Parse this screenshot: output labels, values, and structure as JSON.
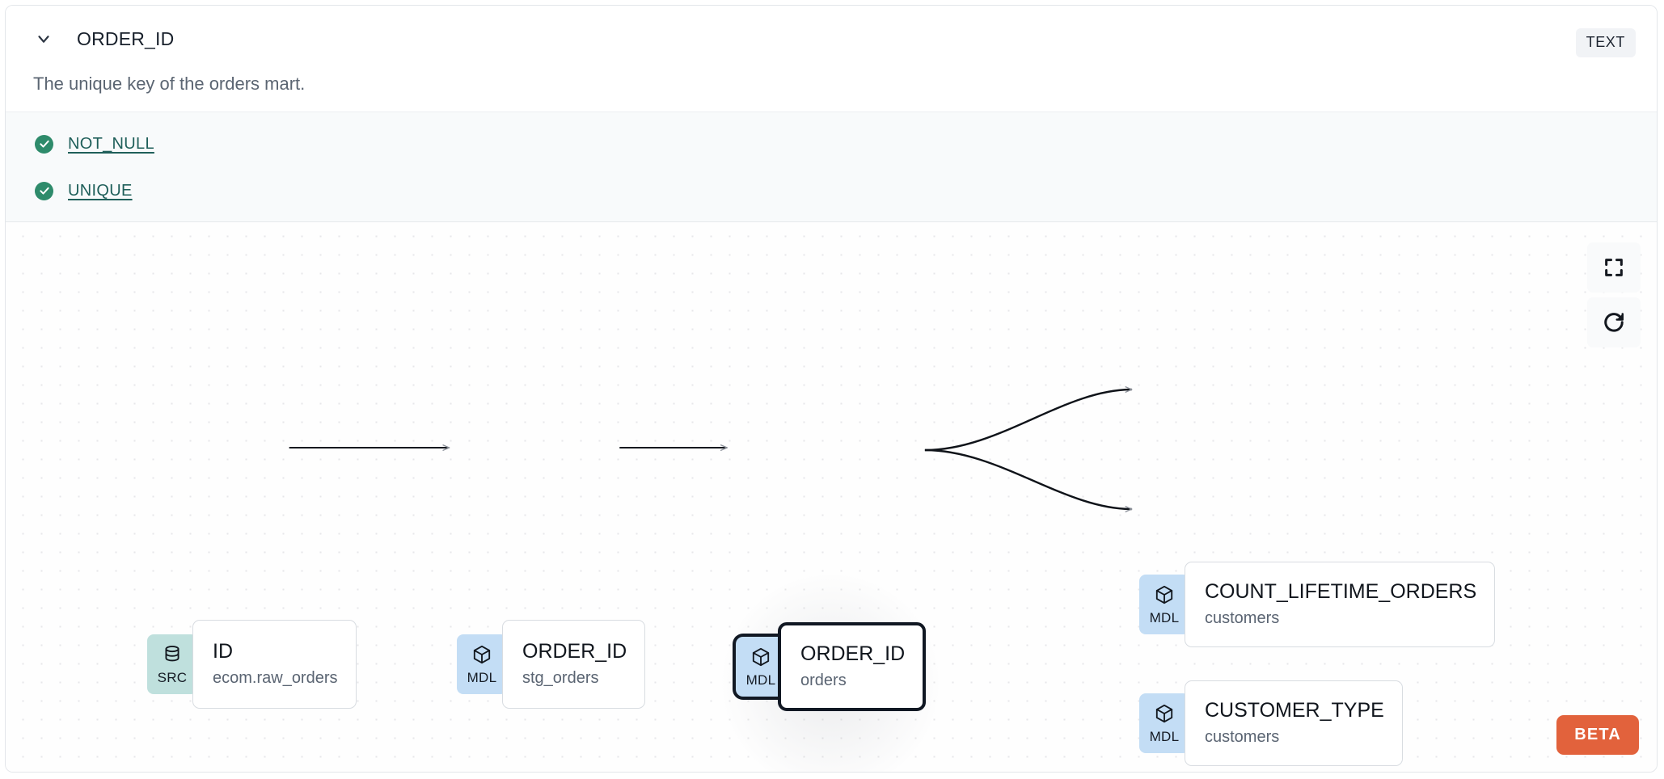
{
  "header": {
    "collapse_icon": "chevron-down-icon",
    "column_name": "ORDER_ID",
    "description": "The unique key of the orders mart.",
    "type_badge": "TEXT"
  },
  "tests": {
    "items": [
      {
        "status_icon": "check-circle-icon",
        "label": "NOT_NULL"
      },
      {
        "status_icon": "check-circle-icon",
        "label": "UNIQUE"
      }
    ]
  },
  "lineage": {
    "nodes": [
      {
        "id": "src-id",
        "kind": "SRC",
        "kind_icon": "database-icon",
        "name": "ID",
        "sub": "ecom.raw_orders",
        "selected": false
      },
      {
        "id": "stg-order-id",
        "kind": "MDL",
        "kind_icon": "cube-icon",
        "name": "ORDER_ID",
        "sub": "stg_orders",
        "selected": false
      },
      {
        "id": "orders-order-id",
        "kind": "MDL",
        "kind_icon": "cube-icon",
        "name": "ORDER_ID",
        "sub": "orders",
        "selected": true
      },
      {
        "id": "count-lifetime-orders",
        "kind": "MDL",
        "kind_icon": "cube-icon",
        "name": "COUNT_LIFETIME_ORDERS",
        "sub": "customers",
        "selected": false
      },
      {
        "id": "customer-type",
        "kind": "MDL",
        "kind_icon": "cube-icon",
        "name": "CUSTOMER_TYPE",
        "sub": "customers",
        "selected": false
      }
    ],
    "edges": [
      {
        "from": "src-id",
        "to": "stg-order-id"
      },
      {
        "from": "stg-order-id",
        "to": "orders-order-id"
      },
      {
        "from": "orders-order-id",
        "to": "count-lifetime-orders"
      },
      {
        "from": "orders-order-id",
        "to": "customer-type"
      }
    ],
    "controls": [
      {
        "id": "fit-view",
        "icon": "fit-view-icon"
      },
      {
        "id": "reset",
        "icon": "refresh-icon"
      }
    ],
    "beta_badge": "BETA"
  },
  "colors": {
    "src_badge": "#bfe0dd",
    "mdl_badge": "#c3ddf5",
    "test_pass": "#2e8b6b",
    "test_link": "#1f5f5a",
    "beta": "#e2623c",
    "selected_outline": "#111823"
  }
}
